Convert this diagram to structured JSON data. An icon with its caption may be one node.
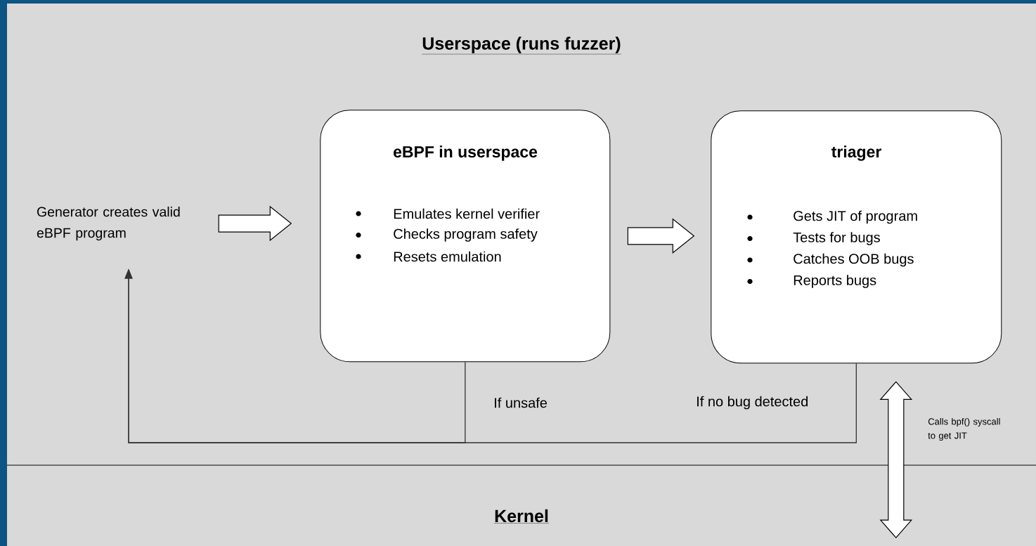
{
  "diagram": {
    "nodes": [
      {
        "text": [
          "Userspace (runs fuzzer)"
        ]
      },
      {
        "text": [
          "Generator creates valid eBPF program"
        ],
        "in": 0
      },
      {
        "text": [
          "eBPF in userspace",
          "Emulates kernel verifier",
          "Checks program safety",
          "Resets emulation"
        ],
        "in": 0
      },
      {
        "text": [
          "triager",
          "Gets JIT of program",
          "Tests for bugs",
          "Catches OOB bugs",
          "Reports bugs"
        ],
        "in": 0
      },
      {
        "text": [
          "Kernel"
        ]
      }
    ],
    "edges": [
      {
        "from": 1,
        "to": 2,
        "arrow": "to"
      },
      {
        "from": 2,
        "to": 3,
        "arrow": "to"
      },
      {
        "from": 2,
        "to": 1,
        "arrow": "to",
        "label": "If unsafe"
      },
      {
        "from": 3,
        "to": 1,
        "arrow": "to",
        "label": "If no bug detected"
      },
      {
        "from": 3,
        "to": 4,
        "arrow": "both",
        "label": "Calls bpf() syscall to get JIT"
      }
    ]
  }
}
